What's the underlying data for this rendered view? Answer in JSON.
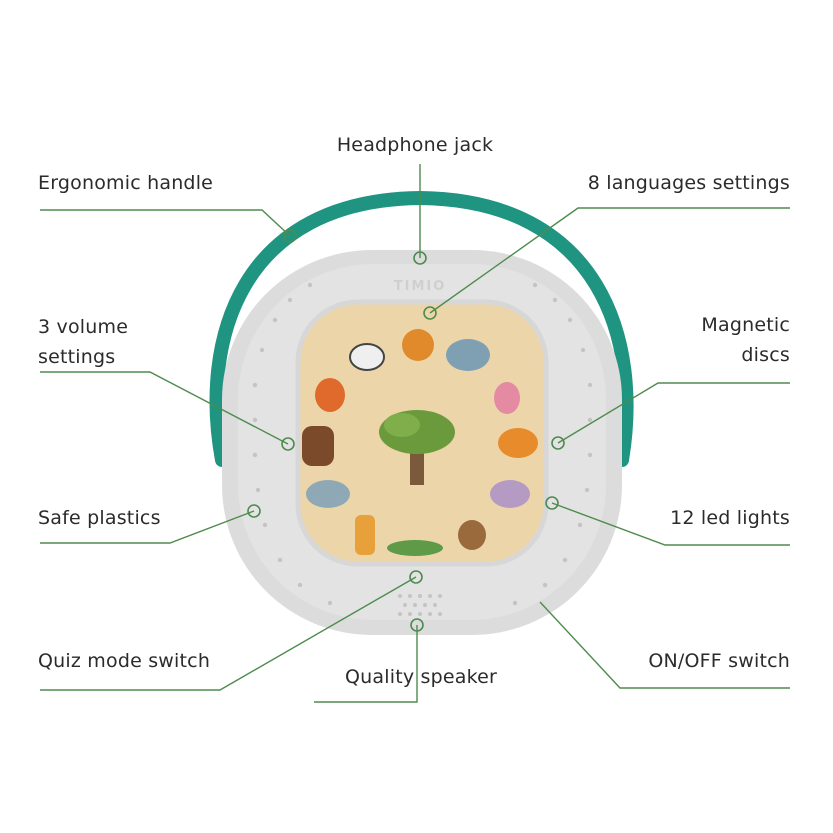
{
  "labels": {
    "headphone": "Headphone jack",
    "ergonomic": "Ergonomic handle",
    "languages": "8 languages settings",
    "volume_1": "3 volume",
    "volume_2": "settings",
    "magnetic_1": "Magnetic",
    "magnetic_2": "discs",
    "safe": "Safe plastics",
    "led": "12 led lights",
    "quiz": "Quiz mode switch",
    "speaker": "Quality speaker",
    "onoff": "ON/OFF switch"
  },
  "device": {
    "brand": "TIMIO"
  },
  "colors": {
    "leader_line": "#4e8b4e",
    "handle": "#1f9480",
    "body": "#dcdcdc",
    "disc": "#ecd6a9"
  },
  "icons": [
    "lion-illustration",
    "elephant-illustration",
    "zebra-illustration",
    "fox-illustration",
    "bear-illustration",
    "flamingo-illustration",
    "tiger-illustration",
    "rhino-illustration",
    "hippo-illustration",
    "giraffe-illustration",
    "crocodile-illustration",
    "monkey-illustration",
    "tree-illustration"
  ]
}
